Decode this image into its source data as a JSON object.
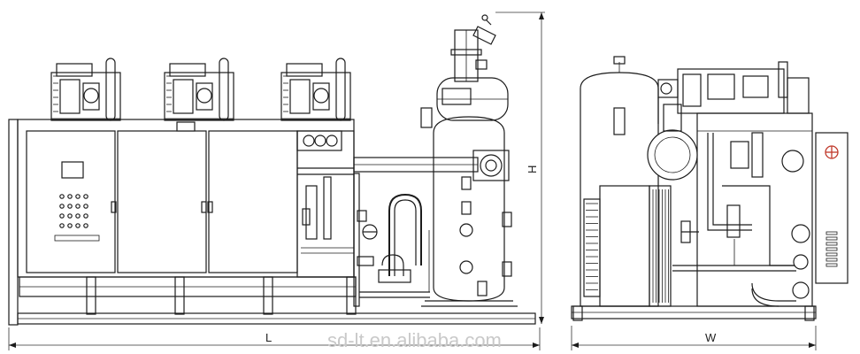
{
  "dimensions": {
    "length_label": "L",
    "width_label": "W",
    "height_label": "H"
  },
  "watermark": "sd-lt.en.alibaba.com",
  "colors": {
    "line": "#1c1c1c",
    "mark": "#c0392b",
    "watermark": "#c9c9c9"
  },
  "icons": {
    "compressor": "compressor-icon",
    "gauge": "pressure-gauge-icon",
    "valve": "valve-icon",
    "tank": "receiver-tank-icon",
    "fan": "condenser-fan-icon"
  }
}
